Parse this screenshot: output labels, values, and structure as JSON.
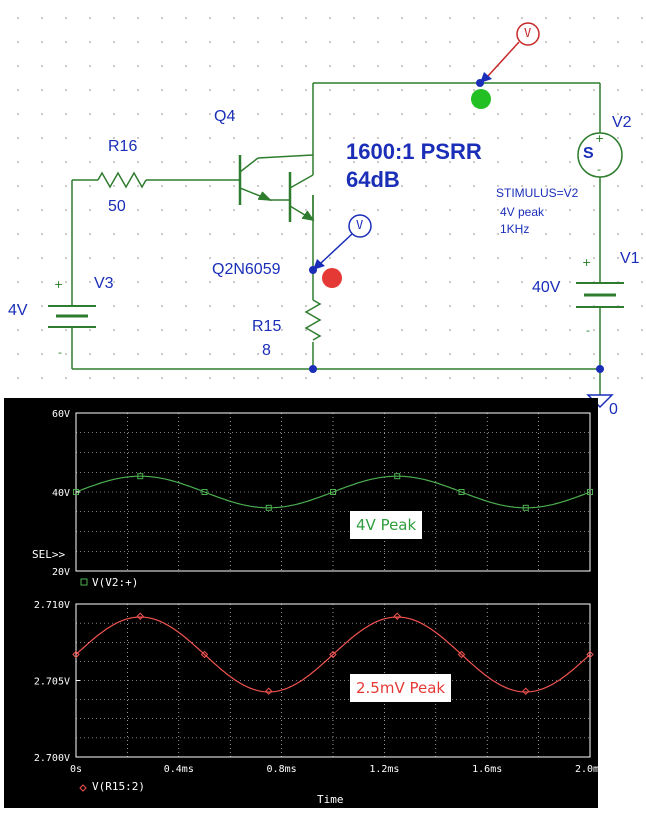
{
  "schematic": {
    "transistor": {
      "ref": "Q4",
      "part": "Q2N6059"
    },
    "r_series": {
      "ref": "R16",
      "value": "50"
    },
    "r_load": {
      "ref": "R15",
      "value": "8"
    },
    "source_bias": {
      "ref": "V3",
      "value": "4V"
    },
    "source_supply": {
      "ref": "V1",
      "value": "40V"
    },
    "source_stimulus": {
      "ref": "V2",
      "symbol": "S",
      "stimulus": "STIMULUS=V2",
      "amplitude": "4V peak",
      "frequency": "1KHz"
    },
    "ground": {
      "label": "0"
    },
    "probe_symbol": "V",
    "annotation": {
      "line1": "1600:1 PSRR",
      "line2": "64dB"
    },
    "polarity": {
      "plus": "+",
      "minus": "-"
    },
    "colors": {
      "wire": "#2e7d2e",
      "text": "#1a2eb8",
      "probe_marker_input": "#22c022",
      "probe_marker_output": "#e53935"
    }
  },
  "probe": {
    "axis_title": "Time",
    "sel_marker": "SEL>>",
    "colors": {
      "background": "#000000",
      "grid": "#ffffff",
      "trace_top": "#4caf50",
      "trace_bottom": "#ef5350"
    }
  },
  "chart_data": [
    {
      "type": "line",
      "xlabel": "Time",
      "x_unit": "ms",
      "xlim": [
        0,
        2.0
      ],
      "ylim": [
        20,
        60
      ],
      "y_ticks": [
        "20V",
        "40V",
        "60V"
      ],
      "series": [
        {
          "name": "V(V2:+)",
          "x": [
            0,
            0.125,
            0.25,
            0.375,
            0.5,
            0.625,
            0.75,
            0.875,
            1.0,
            1.125,
            1.25,
            1.375,
            1.5,
            1.625,
            1.75,
            1.875,
            2.0
          ],
          "values": [
            40,
            42.83,
            44,
            42.83,
            40,
            37.17,
            36,
            37.17,
            40,
            42.83,
            44,
            42.83,
            40,
            37.17,
            36,
            37.17,
            40
          ]
        }
      ],
      "annotation": "4V Peak",
      "grid": true
    },
    {
      "type": "line",
      "xlabel": "Time",
      "x_unit": "ms",
      "x_ticks": [
        "0s",
        "0.4ms",
        "0.8ms",
        "1.2ms",
        "1.6ms",
        "2.0ms"
      ],
      "xlim": [
        0,
        2.0
      ],
      "ylim": [
        2.7,
        2.71
      ],
      "y_ticks": [
        "2.700V",
        "2.705V",
        "2.710V"
      ],
      "series": [
        {
          "name": "V(R15:2)",
          "x": [
            0,
            0.125,
            0.25,
            0.375,
            0.5,
            0.625,
            0.75,
            0.875,
            1.0,
            1.125,
            1.25,
            1.375,
            1.5,
            1.625,
            1.75,
            1.875,
            2.0
          ],
          "values": [
            2.7067,
            2.7085,
            2.7092,
            2.7085,
            2.7067,
            2.705,
            2.7043,
            2.705,
            2.7067,
            2.7085,
            2.7092,
            2.7085,
            2.7067,
            2.705,
            2.7043,
            2.705,
            2.7067
          ]
        }
      ],
      "annotation": "2.5mV Peak",
      "grid": true
    }
  ]
}
